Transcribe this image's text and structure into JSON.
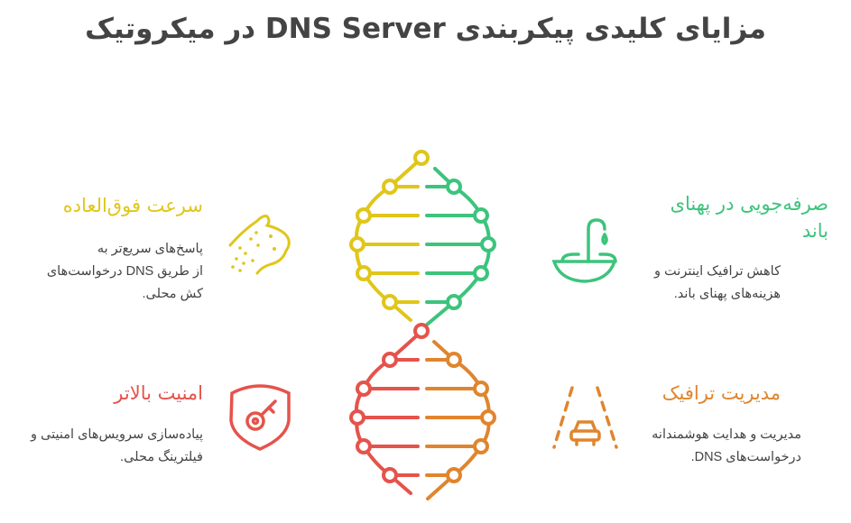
{
  "title": "مزایای کلیدی پیکربندی DNS Server در میکروتیک",
  "colors": {
    "yellow": "#e0c619",
    "green": "#3cc47c",
    "red": "#e5534b",
    "orange": "#e0852e",
    "text": "#444444"
  },
  "items": [
    {
      "heading": "سرعت فوق‌العاده",
      "lines": [
        "پاسخ‌های سریع‌تر به",
        "از طریق DNS درخواست‌های",
        "کش محلی."
      ],
      "icon": "cheetah-icon"
    },
    {
      "heading": "امنیت بالاتر",
      "lines": [
        "پیاده‌سازی سرویس‌های امنیتی و",
        "فیلترینگ محلی."
      ],
      "icon": "shield-key-icon"
    },
    {
      "heading_lines": [
        "صرفه‌جویی در پهنای",
        "باند"
      ],
      "lines": [
        "کاهش ترافیک اینترنت و",
        "هزینه‌های پهنای باند."
      ],
      "icon": "fountain-icon"
    },
    {
      "heading": "مدیریت ترافیک",
      "lines": [
        "مدیریت و هدایت هوشمندانه",
        "درخواست‌های DNS."
      ],
      "icon": "car-road-icon"
    }
  ]
}
